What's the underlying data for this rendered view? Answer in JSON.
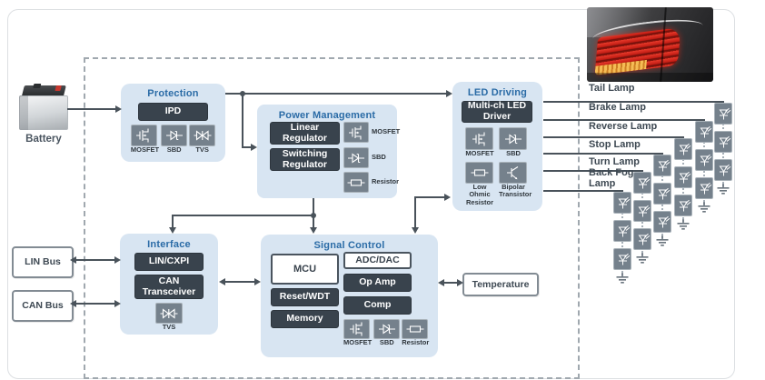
{
  "battery": {
    "label": "Battery"
  },
  "buses": {
    "lin": "LIN Bus",
    "can": "CAN Bus"
  },
  "temperature": {
    "label": "Temperature"
  },
  "blocks": {
    "protection": {
      "title": "Protection",
      "main": "IPD",
      "icons": [
        {
          "name": "mosfet",
          "label": "MOSFET"
        },
        {
          "name": "sbd",
          "label": "SBD"
        },
        {
          "name": "tvs",
          "label": "TVS"
        }
      ]
    },
    "power_management": {
      "title": "Power Management",
      "regulators": [
        "Linear Regulator",
        "Switching Regulator"
      ],
      "icons": [
        {
          "name": "mosfet",
          "label": "MOSFET"
        },
        {
          "name": "sbd",
          "label": "SBD"
        },
        {
          "name": "resistor",
          "label": "Resistor"
        }
      ]
    },
    "led_driving": {
      "title": "LED Driving",
      "main": "Multi-ch LED Driver",
      "icons": [
        {
          "name": "mosfet",
          "label": "MOSFET"
        },
        {
          "name": "sbd",
          "label": "SBD"
        },
        {
          "name": "resistor",
          "label": "Low Ohmic Resistor"
        },
        {
          "name": "bipolar",
          "label": "Bipolar Transistor"
        }
      ]
    },
    "interface": {
      "title": "Interface",
      "chips": [
        "LIN/CXPI",
        "CAN Transceiver"
      ],
      "icons": [
        {
          "name": "tvs",
          "label": "TVS"
        }
      ]
    },
    "signal_control": {
      "title": "Signal Control",
      "left_chips": [
        "MCU",
        "Reset/WDT",
        "Memory"
      ],
      "right_chips": [
        "ADC/DAC",
        "Op Amp",
        "Comp"
      ],
      "icons": [
        {
          "name": "mosfet",
          "label": "MOSFET"
        },
        {
          "name": "sbd",
          "label": "SBD"
        },
        {
          "name": "resistor",
          "label": "Resistor"
        }
      ]
    }
  },
  "lamps": [
    {
      "label": "Tail Lamp",
      "leds": 3
    },
    {
      "label": "Brake Lamp",
      "leds": 3
    },
    {
      "label": "Reverse Lamp",
      "leds": 3
    },
    {
      "label": "Stop Lamp",
      "leds": 3
    },
    {
      "label": "Turn Lamp",
      "leds": 3
    },
    {
      "label": "Back Fog Lamp",
      "leds": 3
    }
  ],
  "colors": {
    "panel_bg": "#d8e5f2",
    "title_blue": "#2a6ba6",
    "chip_dark": "#39434d",
    "icon_gray": "#75818c",
    "line": "#49525a",
    "lamp_red": "#c21d14",
    "lamp_amber": "#f5bc55"
  }
}
